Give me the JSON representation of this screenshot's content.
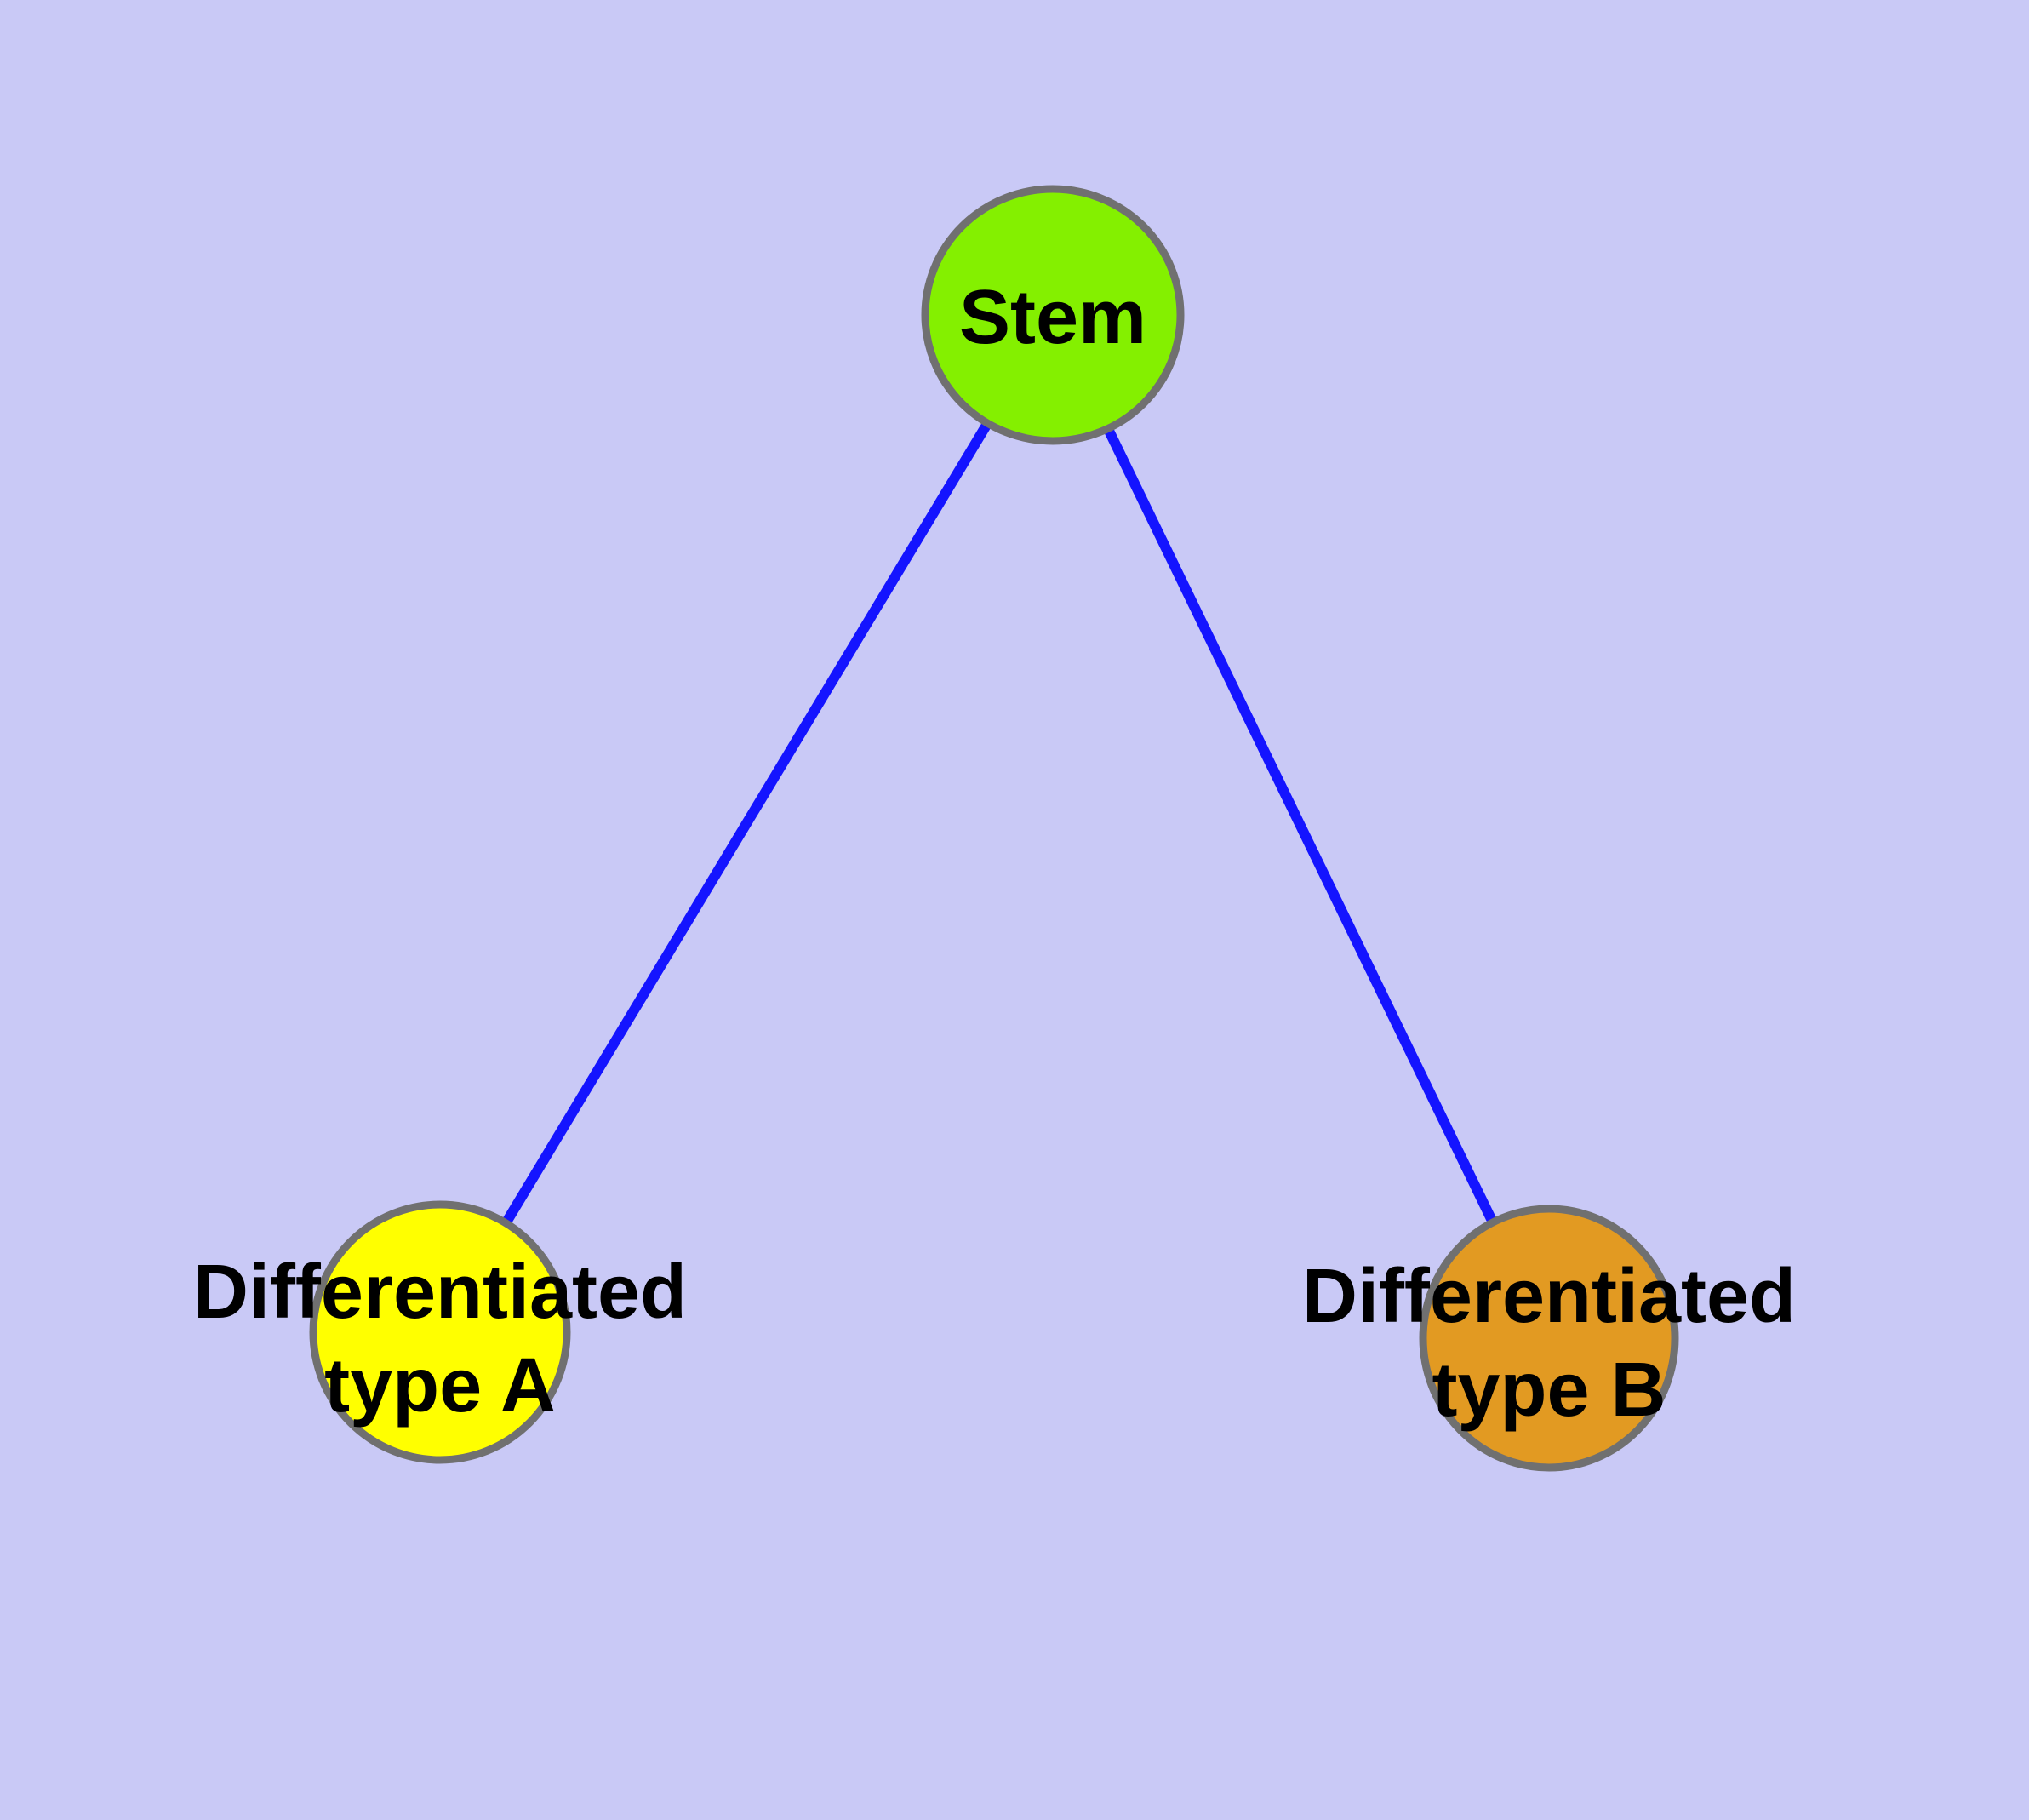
{
  "diagram": {
    "type": "graph",
    "background_color": "#C9C9F6",
    "edge_color": "#1414FF",
    "node_border_color": "#707070",
    "label_color": "#000000",
    "nodes": [
      {
        "id": "stem",
        "label": "Stem",
        "label_line1": "Stem",
        "label_line2": "",
        "fill": "#84F000"
      },
      {
        "id": "differentiated-type-a",
        "label": "Differentiated type A",
        "label_line1": "Differentiated",
        "label_line2": "type A",
        "fill": "#FFFF00"
      },
      {
        "id": "differentiated-type-b",
        "label": "Differentiated type B",
        "label_line1": "Differentiated",
        "label_line2": "type B",
        "fill": "#E29A22"
      }
    ],
    "edges": [
      {
        "from": "Stem",
        "to": "Differentiated type A"
      },
      {
        "from": "Stem",
        "to": "Differentiated type B"
      }
    ]
  }
}
